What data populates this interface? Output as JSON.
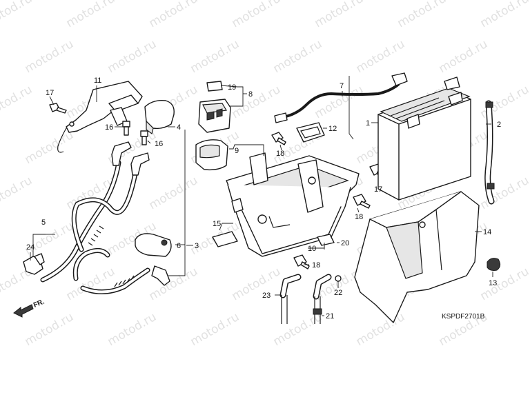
{
  "watermark": "motod.ru",
  "drawing_code": "KSPDF2701B",
  "front_marker": "FR.",
  "callouts": {
    "c1": "1",
    "c2": "2",
    "c3": "3",
    "c4": "4",
    "c5": "5",
    "c6": "6",
    "c7": "7",
    "c8": "8",
    "c9": "9",
    "c10": "10",
    "c11": "11",
    "c12": "12",
    "c13": "13",
    "c14": "14",
    "c15": "15",
    "c16a": "16",
    "c16b": "16",
    "c17a": "17",
    "c17b": "17",
    "c18a": "18",
    "c18b": "18",
    "c18c": "18",
    "c19": "19",
    "c20": "20",
    "c21": "21",
    "c22": "22",
    "c23": "23",
    "c24": "24"
  }
}
